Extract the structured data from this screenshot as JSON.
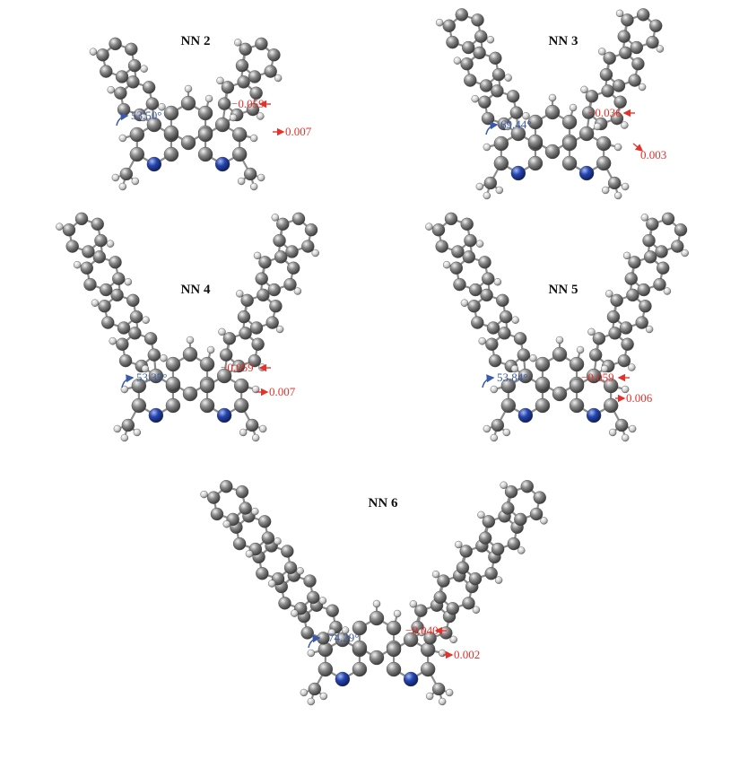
{
  "colors": {
    "carbon": "#6e6e6e",
    "hydrogen": "#d9d9d9",
    "nitrogen": "#1f3fa3",
    "angle": "#3a5aa8",
    "charge": "#e5312a"
  },
  "panels": [
    {
      "title": "NN 2",
      "angle": "53.50°",
      "charge_a": "−0.059",
      "charge_b": "0.007"
    },
    {
      "title": "NN 3",
      "angle": "69.44°",
      "charge_a": "−0.036",
      "charge_b": "0.003"
    },
    {
      "title": "NN 4",
      "angle": "53.35°",
      "charge_a": "−0.059",
      "charge_b": "0.007"
    },
    {
      "title": "NN 5",
      "angle": "53.84°",
      "charge_a": "−0.059",
      "charge_b": "0.006"
    },
    {
      "title": "NN 6",
      "angle": "74.29°",
      "charge_a": "−0.040",
      "charge_b": "0.002"
    }
  ]
}
